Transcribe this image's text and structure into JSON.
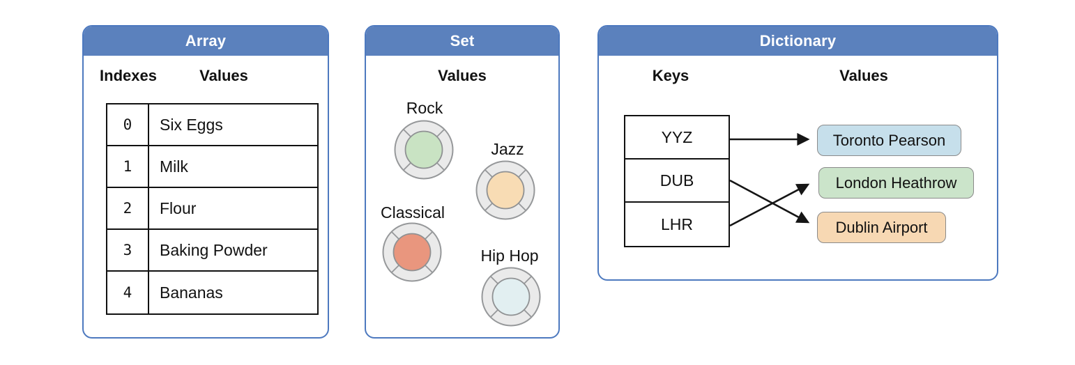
{
  "figure": {
    "background": "#ffffff",
    "accent_blue": "#5b81bd",
    "border_blue": "#4d79bf",
    "text_color": "#111111",
    "arrow_color": "#151515"
  },
  "array_panel": {
    "title": "Array",
    "columns": {
      "indexes": "Indexes",
      "values": "Values"
    },
    "rows": [
      {
        "index": "0",
        "value": "Six Eggs"
      },
      {
        "index": "1",
        "value": "Milk"
      },
      {
        "index": "2",
        "value": "Flour"
      },
      {
        "index": "3",
        "value": "Baking Powder"
      },
      {
        "index": "4",
        "value": "Bananas"
      }
    ]
  },
  "set_panel": {
    "title": "Set",
    "column": "Values",
    "token_ring_color": "#eaeaea",
    "token_stroke_color": "#96989a",
    "items": [
      {
        "label": "Rock",
        "color": "#c9e3c3"
      },
      {
        "label": "Jazz",
        "color": "#f8dcb4"
      },
      {
        "label": "Classical",
        "color": "#e9967e"
      },
      {
        "label": "Hip Hop",
        "color": "#e2eff1"
      }
    ]
  },
  "dictionary_panel": {
    "title": "Dictionary",
    "columns": {
      "keys": "Keys",
      "values": "Values"
    },
    "keys": [
      "YYZ",
      "DUB",
      "LHR"
    ],
    "values": [
      {
        "label": "Toronto Pearson",
        "color": "#c6dfeb"
      },
      {
        "label": "London Heathrow",
        "color": "#cbe4ca"
      },
      {
        "label": "Dublin Airport",
        "color": "#f7d8b3"
      }
    ],
    "mappings": [
      {
        "key": "YYZ",
        "value": "Toronto Pearson"
      },
      {
        "key": "DUB",
        "value": "Dublin Airport"
      },
      {
        "key": "LHR",
        "value": "London Heathrow"
      }
    ]
  }
}
